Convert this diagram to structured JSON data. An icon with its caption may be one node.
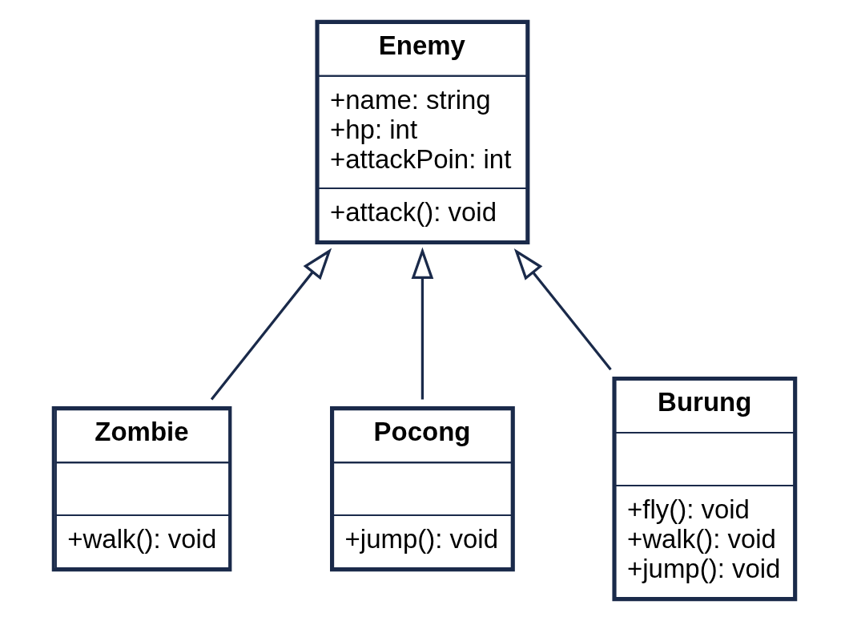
{
  "diagram": {
    "nodes": [
      {
        "text": [
          "Enemy",
          "+name: string",
          "+hp: int",
          "+attackPoin: int",
          "+attack(): void"
        ]
      },
      {
        "text": [
          "Zombie",
          "+walk(): void"
        ]
      },
      {
        "text": [
          "Pocong",
          "+jump(): void"
        ]
      },
      {
        "text": [
          "Burung",
          "+fly(): void",
          "+walk(): void",
          "+jump(): void"
        ]
      }
    ],
    "edges": [
      {
        "from": 1,
        "to": 0,
        "arrow": "to"
      },
      {
        "from": 2,
        "to": 0,
        "arrow": "to"
      },
      {
        "from": 3,
        "to": 0,
        "arrow": "to"
      }
    ]
  }
}
